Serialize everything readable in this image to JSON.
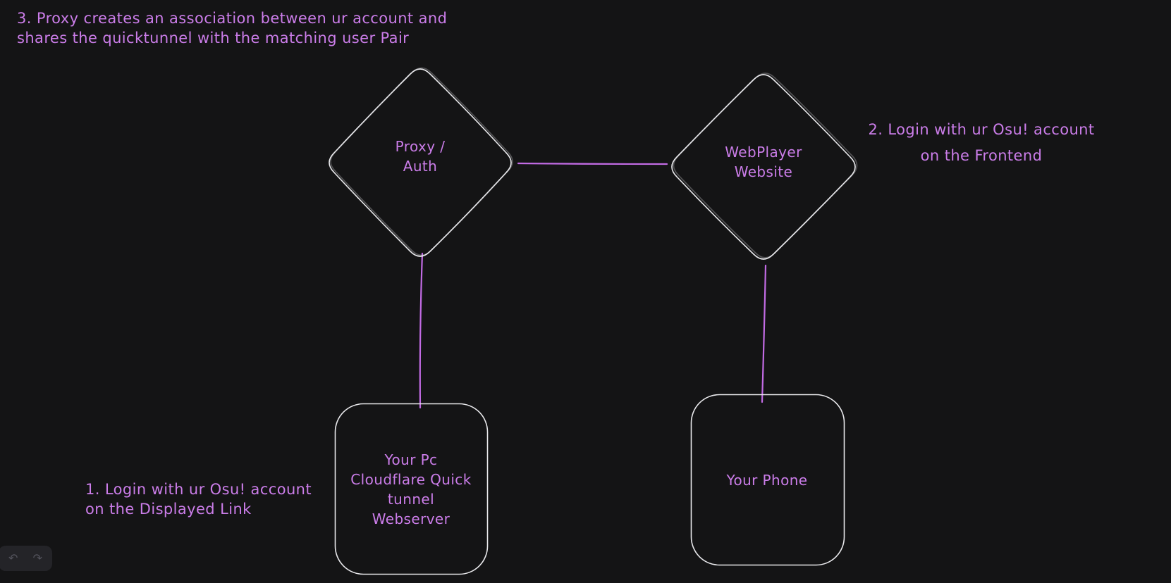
{
  "colors": {
    "background": "#141415",
    "shape_stroke": "#e9e9ec",
    "accent": "#cb7de9",
    "accent_line": "#c26be4",
    "toolbar_bg": "#242428",
    "toolbar_icon": "#53535c"
  },
  "diagram": {
    "shapes": {
      "proxy_auth": {
        "type": "diamond",
        "label": "Proxy /\nAuth"
      },
      "webplayer": {
        "type": "diamond",
        "label": "WebPlayer\nWebsite"
      },
      "pc_webserver": {
        "type": "rounded-rectangle",
        "label": "Your Pc\nCloudflare Quick\ntunnel\nWebserver"
      },
      "phone": {
        "type": "rounded-rectangle",
        "label": "Your Phone"
      }
    },
    "connectors": [
      {
        "from": "proxy_auth",
        "to": "webplayer"
      },
      {
        "from": "proxy_auth",
        "to": "pc_webserver"
      },
      {
        "from": "webplayer",
        "to": "phone"
      }
    ],
    "annotations": {
      "step3": {
        "text": "3. Proxy creates an association between ur account and\nshares the quicktunnel with the matching user Pair"
      },
      "step2": {
        "text": "2. Login with ur Osu! account\non the Frontend"
      },
      "step1": {
        "text": "1. Login with ur Osu! account\non the Displayed Link"
      }
    }
  },
  "toolbar": {
    "undo_icon": "undo-arrow",
    "redo_icon": "redo-arrow",
    "undo_glyph": "↶",
    "redo_glyph": "↷"
  }
}
